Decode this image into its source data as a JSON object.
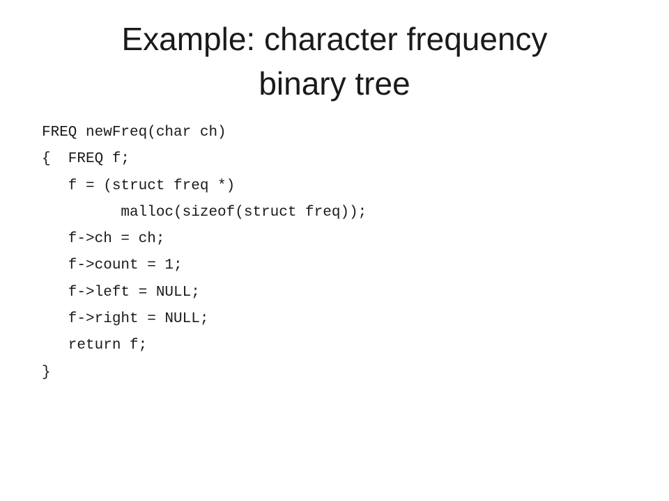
{
  "slide": {
    "title_line1": "Example: character frequency",
    "title_line2": "binary tree",
    "code_lines": [
      "FREQ newFreq(char ch)",
      "{  FREQ f;",
      "   f = (struct freq *)",
      "         malloc(sizeof(struct freq));",
      "   f->ch = ch;",
      "   f->count = 1;",
      "   f->left = NULL;",
      "   f->right = NULL;",
      "   return f;",
      "}"
    ]
  }
}
